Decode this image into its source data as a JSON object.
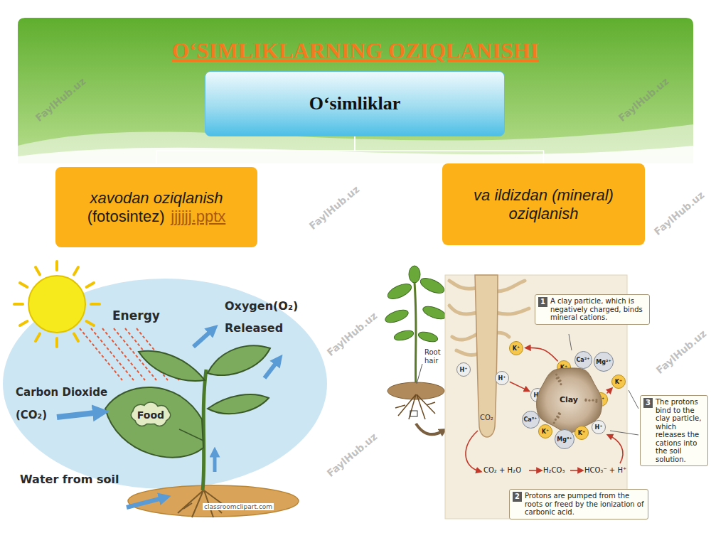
{
  "diagram": {
    "title": "O‘SIMLIKLARNING OZIQLANISHI",
    "nodes": [
      {
        "text": [
          "O‘simliklar"
        ]
      },
      {
        "text": [
          "xavodan oziqlanish",
          "(fotosintez)",
          "jjjjjj.pptx"
        ]
      },
      {
        "text": [
          "va ildizdan (mineral) oziqlanish"
        ]
      },
      {
        "text": [
          "1",
          "A clay particle, which is negatively charged, binds mineral cations."
        ]
      },
      {
        "text": [
          "K⁺"
        ]
      },
      {
        "text": [
          "Ca²⁺"
        ]
      },
      {
        "text": [
          "Mg²⁺"
        ]
      },
      {
        "text": [
          "K⁺"
        ]
      },
      {
        "text": [
          "H⁺"
        ]
      },
      {
        "text": [
          "H⁺"
        ]
      },
      {
        "text": [
          "K⁺"
        ]
      },
      {
        "text": [
          "H⁺"
        ]
      },
      {
        "text": [
          "K⁺"
        ]
      },
      {
        "text": [
          "Clay"
        ]
      },
      {
        "text": [
          "Food"
        ]
      },
      {
        "text": [
          "Ca²⁺"
        ]
      },
      {
        "text": [
          "3",
          "The protons bind to the clay particle, which releases the cations into the soil solution."
        ]
      },
      {
        "text": [
          "H⁺"
        ]
      },
      {
        "text": [
          "K⁺"
        ]
      },
      {
        "text": [
          "K⁺"
        ]
      },
      {
        "text": [
          "Mg²⁺"
        ]
      },
      {
        "text": [
          "2",
          "Protons are pumped from the roots or freed by the ionization of carbonic acid."
        ]
      }
    ],
    "edges": [
      {
        "from": 0,
        "to": 1,
        "arrow": "none"
      },
      {
        "from": 0,
        "to": 2,
        "arrow": "none"
      },
      {
        "from": 9,
        "to": 11,
        "arrow": "to"
      },
      {
        "from": 7,
        "to": 4,
        "arrow": "to"
      },
      {
        "from": 12,
        "to": 10,
        "arrow": "to"
      }
    ],
    "labels": [
      "Energy",
      "Oxygen(O₂)",
      "Released",
      "Carbon Dioxide",
      "(CO₂)",
      "Water from soil",
      "classroomclipart.com",
      "Root hair",
      "CO₂",
      "CO₂ + H₂O",
      "H₂CO₃",
      "HCO₃⁻ + H⁺",
      "FaylHub.uz",
      "FaylHub.uz",
      "FaylHub.uz",
      "FaylHub.uz",
      "FaylHub.uz",
      "FaylHub.uz",
      "FaylHub.uz"
    ]
  }
}
